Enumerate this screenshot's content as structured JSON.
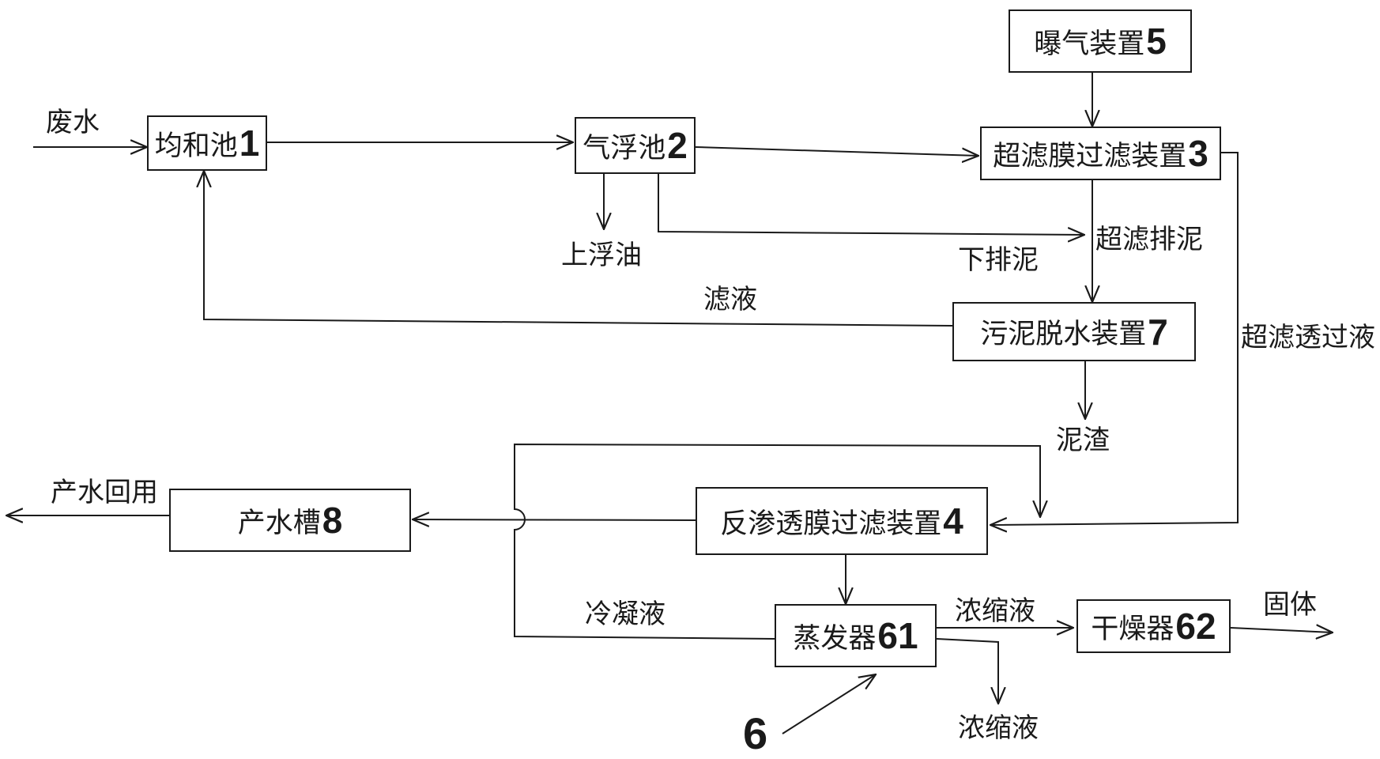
{
  "boxes": {
    "equalization": {
      "name": "均和池",
      "num": "1"
    },
    "flotation": {
      "name": "气浮池",
      "num": "2"
    },
    "ultrafiltration": {
      "name": "超滤膜过滤装置",
      "num": "3"
    },
    "reverse_osmosis": {
      "name": "反渗透膜过滤装置",
      "num": "4"
    },
    "aeration": {
      "name": "曝气装置",
      "num": "5"
    },
    "evaporator": {
      "name": "蒸发器",
      "num": "61"
    },
    "dryer": {
      "name": "干燥器",
      "num": "62"
    },
    "sludge_dewatering": {
      "name": "污泥脱水装置",
      "num": "7"
    },
    "product_tank": {
      "name": "产水槽",
      "num": "8"
    }
  },
  "labels": {
    "wastewater": "废水",
    "floating_oil": "上浮油",
    "bottom_sludge": "下排泥",
    "uf_sludge": "超滤排泥",
    "filtrate": "滤液",
    "uf_permeate": "超滤透过液",
    "sludge_residue": "泥渣",
    "water_reuse": "产水回用",
    "condensate": "冷凝液",
    "concentrate_to_dryer": "浓缩液",
    "concentrate_out": "浓缩液",
    "solid": "固体"
  },
  "group_label": "6"
}
